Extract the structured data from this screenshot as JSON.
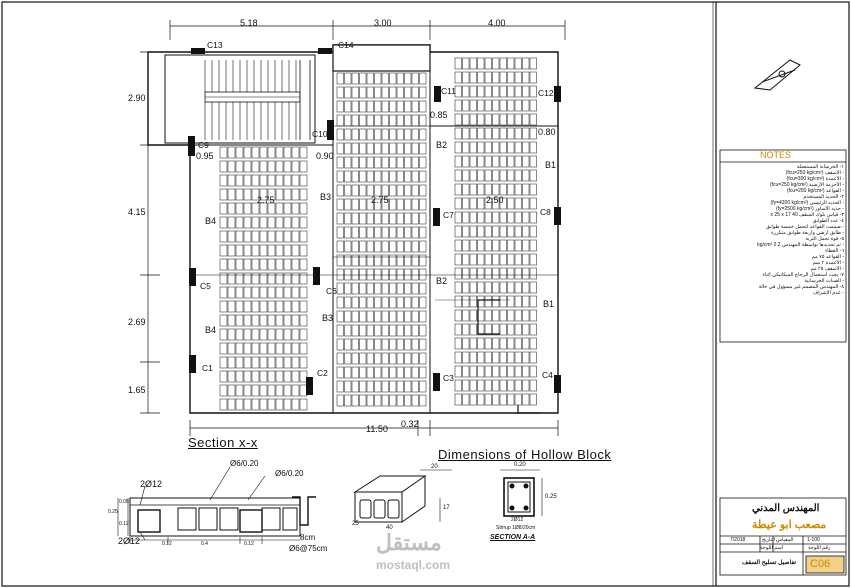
{
  "dimensions": {
    "top": [
      "5.18",
      "3.00",
      "4.00"
    ],
    "left": [
      "2.90",
      "4.15",
      "2.69",
      "1.65"
    ],
    "bottom_total": "11.50",
    "inner": [
      "0.95",
      "0.90",
      "0.85",
      "0.80",
      "2.75",
      "2.75",
      "2.50",
      "0.32"
    ]
  },
  "columns": [
    "C13",
    "C14",
    "C11",
    "C12",
    "C9",
    "C10",
    "C8",
    "C7",
    "C6",
    "C5",
    "C1",
    "C2",
    "C3",
    "C4"
  ],
  "beams": [
    "B1",
    "B1",
    "B2",
    "B2",
    "B3",
    "B3",
    "B4",
    "B4"
  ],
  "section_xx": {
    "title": "Section x-x",
    "rebar_top": "2Ø12",
    "rebar_bottom": "2Ø12",
    "stirrup_a": "Ø6/0.20",
    "stirrup_b": "Ø6/0.20",
    "dims": [
      "0.12",
      "0.4",
      "0.12",
      "0.25",
      "0.12",
      "0.08"
    ],
    "hook_label_a": "8cm",
    "hook_label_b": "Ø6@75cm"
  },
  "hollow_block": {
    "title": "Dimensions of Hollow Block",
    "dims": [
      "20",
      "25",
      "40",
      "17"
    ]
  },
  "section_aa": {
    "title": "SECTION A-A",
    "width": "0.20",
    "height": "0.25",
    "rebar": "2Ø12",
    "stirrup": "Stirrup 1Ø8/20cm"
  },
  "notes": {
    "title": "NOTES",
    "lines": [
      "١- الخرسانة المستعملة",
      "- الأسقف (fcu=250 kg/cm²)",
      "- الأعمدة (fcu=300 kg/cm²)",
      "- الأحزمة الأرضية (fcu=250 kg/cm²)",
      "- القواعد (fcu=250 kg/cm²)",
      "٢- الحديد المستخدم",
      "- الحديد الرئيسي (fy=4200 kg/cm²)",
      "- حديد الأساور (fy=2500 kg/cm²)",
      "٣- قياس بلوك السقف 40 x 25 x 17",
      "٤- عدد الطوابق",
      "- صممت القواعد لتحمل خمسة طوابق",
      "- طابق أرضي وأربعة طوابق متكررة",
      "٥- قوة تحمل التربة",
      "- تم تحديدها بواسطة المهندس 2.2 kg/cm²",
      "٦- الغطاء",
      "- القواعد ٧٥ مم",
      "- الأعمدة ٢ سم",
      "- الأسقف ٢٥ مم",
      "٧- يجب استعمال الرجاج الميكانيكي أثناء",
      "- الصبات الخرسانية",
      "٨- المهندس المصمم غير مسؤول في حالة",
      "- عدم الإشراف"
    ]
  },
  "title_block": {
    "office": "المهندس المدني",
    "engineer": "مصعب ابو عيطة",
    "scale_label": "المقياس",
    "scale_value": "1-100",
    "date_label": "التاريخ",
    "date_value": "7/2018",
    "sheet_name_label": "اسم اللوحة",
    "sheet_number_label": "رقم اللوحة",
    "sheet_name": "تفاصيل تسليح السقف",
    "sheet_number": "C06"
  },
  "watermark": {
    "arabic": "مستقل",
    "latin": "mostaql.com"
  },
  "colors": {
    "line": "#111111",
    "notes_title": "#cc8b00",
    "orange_text": "#cc8b00",
    "sheet_number_bg": "#f3d08a"
  }
}
